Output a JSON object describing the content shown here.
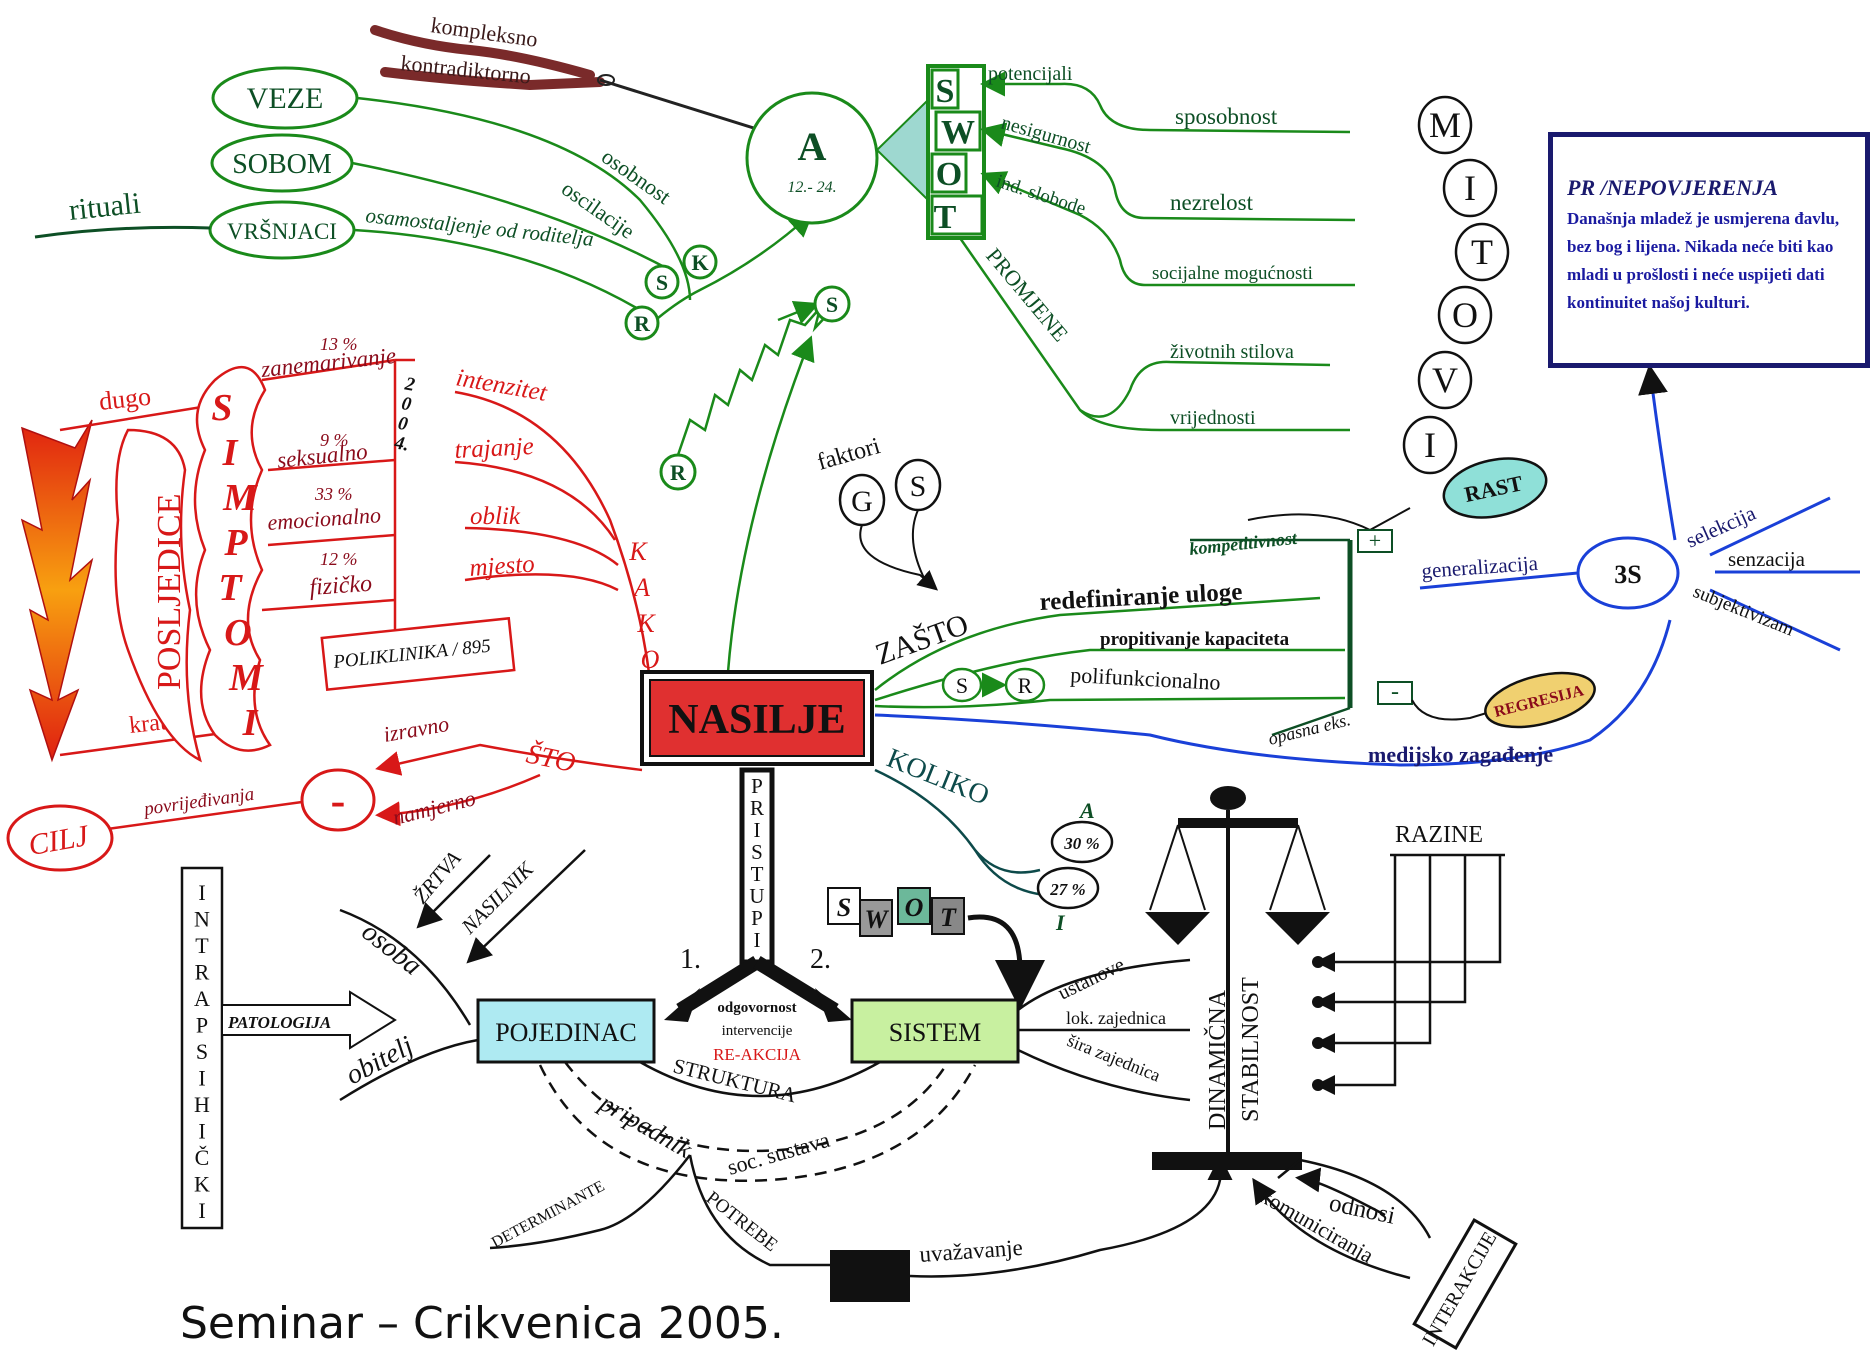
{
  "colors": {
    "green": "#1a8a1a",
    "dark_green": "#0d4f25",
    "red": "#d81818",
    "dark_red": "#8a0a1a",
    "blue": "#1a40d8",
    "navy": "#1a1a6e",
    "black": "#111111",
    "teal_dark": "#0d4a4a",
    "rast_fill": "#8fe0d8",
    "regresija_fill": "#f0d070",
    "pojedinac_fill": "#aeeaf2",
    "sistem_fill": "#c8f0a0",
    "nasilje_fill": "#e03030"
  },
  "center": {
    "label": "NASILJE"
  },
  "top_left": {
    "thread_top": "kompleksno",
    "thread_bottom": "kontradiktorno",
    "veze": "VEZE",
    "sobom": "SOBOM",
    "vrsnjaci": "VRŠNJACI",
    "rituali": "rituali",
    "osamostaljenje": "osamostaljenje od roditelja",
    "osobnost": "osobnost",
    "oscilacije": "oscilacije",
    "k": "K",
    "s": "S",
    "r": "R"
  },
  "a_circle": {
    "letter": "A",
    "age": "12.- 24."
  },
  "swot_top": {
    "letters": [
      "S",
      "W",
      "O",
      "T"
    ],
    "potencijali": "potencijali",
    "nesigurnost": "nesigurnost",
    "ind_slobode": "ind. slobode",
    "sposobnost": "sposobnost",
    "nezrelost": "nezrelost",
    "socijalne": "socijalne mogućnosti",
    "promjene": "PROMJENE",
    "zivotnih": "životnih stilova",
    "vrijednosti": "vrijednosti"
  },
  "rs_arrow": {
    "r": "R",
    "s": "S"
  },
  "mitovi": [
    "M",
    "I",
    "T",
    "O",
    "V",
    "I"
  ],
  "pr_box": {
    "title": "PR /NEPOVJERENJA",
    "text": "Današnja mladež je usmjerena đavlu, bez bog i lijena. Nikada neće biti kao mladi u prošlosti i neće uspijeti dati kontinuitet našoj kulturi."
  },
  "simptomi": {
    "word": "SIMPTOMI",
    "posljedice": "POSLJEDICE",
    "dugo": "dugo",
    "kratko": "kratko",
    "p13": "13 %",
    "zanemarivanje": "zanemarivanje",
    "p9": "9 %",
    "seksualno": "seksualno",
    "p33": "33 %",
    "emocionalno": "emocionalno",
    "p12": "12 %",
    "fizicko": "fizičko",
    "year": "2004.",
    "poliklinika": "POLIKLINIKA / 895"
  },
  "kako": {
    "word": "KAKO",
    "intenzitet": "intenzitet",
    "trajanje": "trajanje",
    "oblik": "oblik",
    "mjesto": "mjesto"
  },
  "sto": {
    "word": "ŠTO",
    "izravno": "izravno",
    "namjerno": "namjerno",
    "minus": "-",
    "povrijedivanja": "povrijeđivanja",
    "cilj": "CILJ"
  },
  "faktori": {
    "label": "faktori",
    "g": "G",
    "s": "S"
  },
  "zasto": {
    "word": "ZAŠTO",
    "redefiniranje": "redefiniranje uloge",
    "propitivanje": "propitivanje kapaciteta",
    "polifunkcionalno": "polifunkcionalno",
    "s": "S",
    "r": "R",
    "kompetitivnost": "kompetitivnost",
    "plus": "+",
    "minus": "-",
    "opasna": "opasna eks.",
    "rast": "RAST",
    "regresija": "REGRESIJA",
    "medijsko": "medijsko zagađenje"
  },
  "three_s": {
    "label": "3S",
    "generalizacija": "generalizacija",
    "selekcija": "selekcija",
    "senzacija": "senzacija",
    "subjektivizam": "subjektivizam"
  },
  "koliko": {
    "word": "KOLIKO",
    "a": "A",
    "p30": "30 %",
    "p27": "27 %",
    "i": "I"
  },
  "pristupi": {
    "letters": [
      "P",
      "R",
      "I",
      "S",
      "T",
      "U",
      "P",
      "I"
    ],
    "one": "1.",
    "two": "2.",
    "odgovornost": "odgovornost",
    "intervencije": "intervencije",
    "reakcija": "RE-AKCIJA",
    "pojedinac": "POJEDINAC",
    "sistem": "SISTEM",
    "struktura": "STRUKTURA",
    "pripadnik": "pripadnik",
    "soc": "soc. sustava",
    "swot_letters": [
      "S",
      "W",
      "O",
      "T"
    ]
  },
  "intrapsihicki": {
    "letters": [
      "I",
      "N",
      "T",
      "R",
      "A",
      "P",
      "S",
      "I",
      "H",
      "I",
      "Č",
      "K",
      "I"
    ],
    "patologija": "PATOLOGIJA",
    "osoba": "osoba",
    "obitelj": "obitelj",
    "zrtva": "ŽRTVA",
    "nasilnik": "NASILNIK"
  },
  "bottom": {
    "determinante": "DETERMINANTE",
    "potrebe": "POTREBE",
    "uvazavanje": "uvažavanje",
    "odnosi": "odnosi",
    "komuniciranja": "komuniciranja",
    "interakcije": "INTERAKCIJE"
  },
  "scale": {
    "ustanove": "ustanove",
    "lok": "lok. zajednica",
    "sira": "šira zajednica",
    "dinamicna": "DINAMIČNA",
    "stabilnost": "STABILNOST",
    "razine": "RAZINE"
  },
  "footer": "Seminar – Crikvenica 2005."
}
